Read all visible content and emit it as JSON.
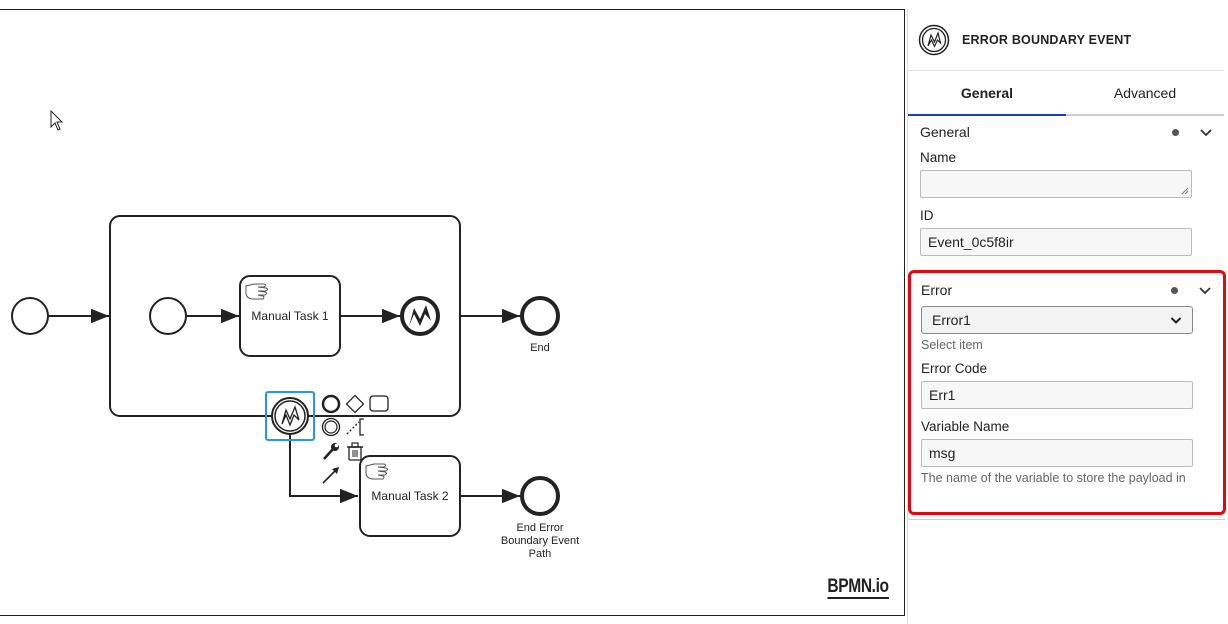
{
  "diagram": {
    "tasks": [
      {
        "label": "Manual Task 1"
      },
      {
        "label": "Manual Task 2"
      }
    ],
    "end_events": [
      {
        "label": "End"
      },
      {
        "label_lines": [
          "End Error",
          "Boundary Event",
          "Path"
        ]
      }
    ],
    "watermark": "BPMN.io"
  },
  "panel": {
    "header": {
      "icon": "error-boundary-event-icon",
      "title": "ERROR BOUNDARY EVENT"
    },
    "tabs": [
      {
        "label": "General",
        "active": true
      },
      {
        "label": "Advanced",
        "active": false
      }
    ],
    "general_group": {
      "title": "General",
      "name_label": "Name",
      "name_value": "",
      "id_label": "ID",
      "id_value": "Event_0c5f8ir"
    },
    "error_group": {
      "title": "Error",
      "selected_error": "Error1",
      "select_hint": "Select item",
      "error_code_label": "Error Code",
      "error_code_value": "Err1",
      "variable_name_label": "Variable Name",
      "variable_name_value": "msg",
      "variable_hint": "The name of the variable to store the payload in"
    }
  },
  "colors": {
    "highlight_border": "#e30613",
    "selection": "#2196f3",
    "tab_active": "#1a3ad0"
  }
}
